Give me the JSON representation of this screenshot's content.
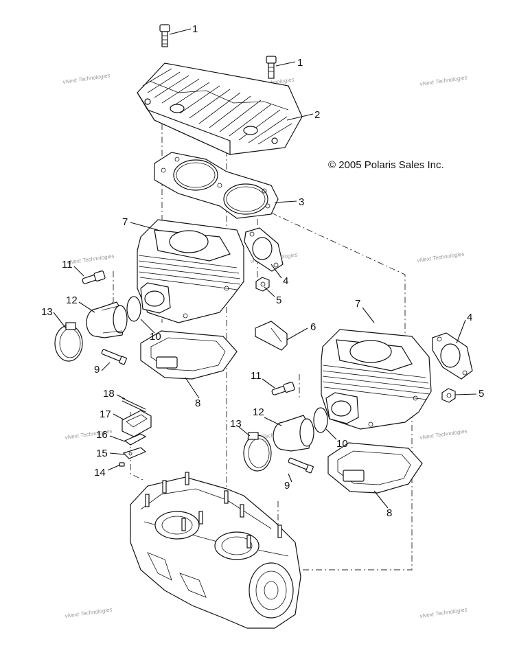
{
  "copyright": "© 2005 Polaris Sales Inc.",
  "watermark": "vNext Technologies",
  "callouts": {
    "c1a": "1",
    "c1b": "1",
    "c2": "2",
    "c3": "3",
    "c7a": "7",
    "c4a": "4",
    "c5a": "5",
    "c11a": "11",
    "c12a": "12",
    "c13a": "13",
    "c10a": "10",
    "c9a": "9",
    "c8a": "8",
    "c6": "6",
    "c7b": "7",
    "c4b": "4",
    "c5b": "5",
    "c11b": "11",
    "c12b": "12",
    "c13b": "13",
    "c10b": "10",
    "c9b": "9",
    "c8b": "8",
    "c18": "18",
    "c17": "17",
    "c16": "16",
    "c15": "15",
    "c14": "14"
  }
}
